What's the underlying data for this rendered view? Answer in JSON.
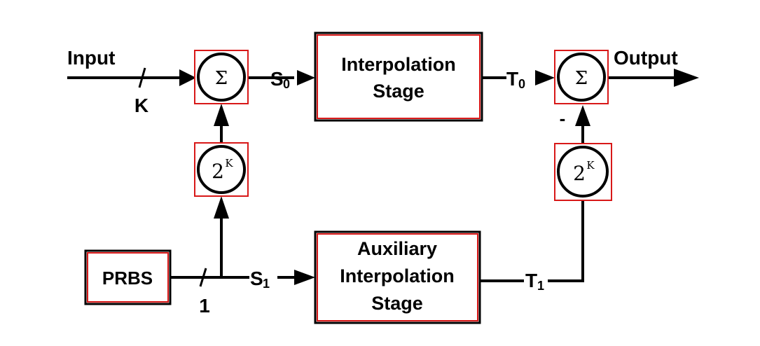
{
  "diagram": {
    "input_label": "Input",
    "input_bus_width": "K",
    "output_label": "Output",
    "sum_symbol": "Σ",
    "gain_base": "2",
    "gain_exponent": "K",
    "minus_sign": "-",
    "signal_s0": {
      "main": "S",
      "sub": "0"
    },
    "signal_s1": {
      "main": "S",
      "sub": "1"
    },
    "signal_t0": {
      "main": "T",
      "sub": "0"
    },
    "signal_t1": {
      "main": "T",
      "sub": "1"
    },
    "prbs_label": "PRBS",
    "prbs_bus_width": "1",
    "interp_stage": {
      "line1": "Interpolation",
      "line2": "Stage"
    },
    "aux_stage": {
      "line1": "Auxiliary",
      "line2": "Interpolation",
      "line3": "Stage"
    },
    "colors": {
      "line": "#000000",
      "highlight": "#d81818"
    }
  }
}
